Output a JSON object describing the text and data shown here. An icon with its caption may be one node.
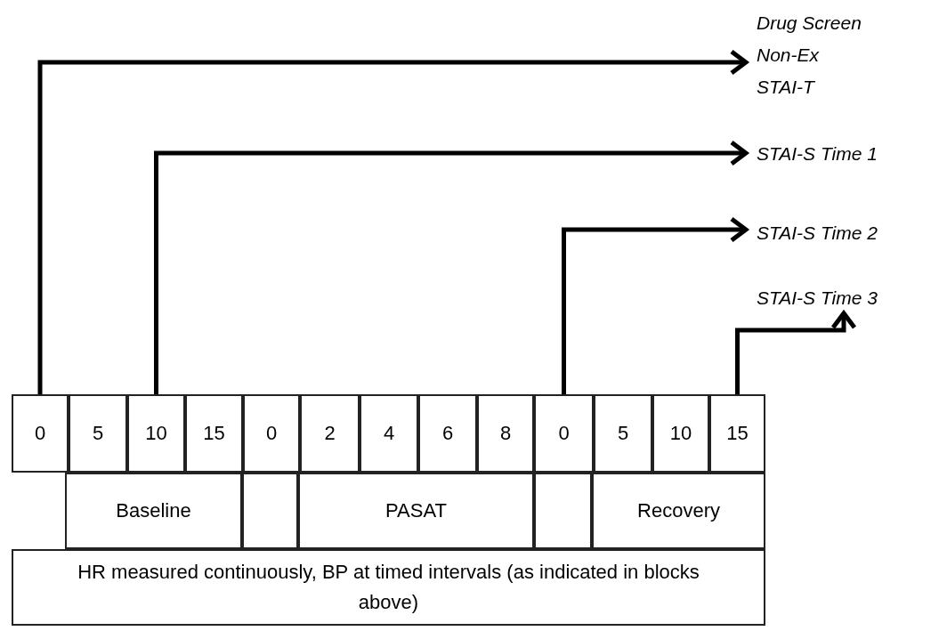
{
  "diagram": {
    "nodes": [
      {
        "text": [
          "Drug Screen",
          "Non-Ex",
          "STAI-T"
        ]
      },
      {
        "text": [
          "STAI-S Time 1"
        ]
      },
      {
        "text": [
          "STAI-S Time 2"
        ]
      },
      {
        "text": [
          "STAI-S Time 3"
        ]
      },
      {
        "text": [
          "0"
        ]
      },
      {
        "text": [
          "5"
        ]
      },
      {
        "text": [
          "10"
        ]
      },
      {
        "text": [
          "15"
        ]
      },
      {
        "text": [
          "0"
        ]
      },
      {
        "text": [
          "2"
        ]
      },
      {
        "text": [
          "4"
        ]
      },
      {
        "text": [
          "6"
        ]
      },
      {
        "text": [
          "8"
        ]
      },
      {
        "text": [
          "0"
        ]
      },
      {
        "text": [
          "5"
        ]
      },
      {
        "text": [
          "10"
        ]
      },
      {
        "text": [
          "15"
        ]
      },
      {
        "text": [
          "Baseline"
        ]
      },
      {
        "text": [],
        "shape": "box"
      },
      {
        "text": [
          "PASAT"
        ]
      },
      {
        "text": [],
        "shape": "box"
      },
      {
        "text": [
          "Recovery"
        ]
      },
      {
        "text": [
          "HR measured continuously, BP at timed intervals (as indicated in blocks above)"
        ]
      }
    ],
    "edges": [
      {
        "from": 4,
        "to": 0,
        "arrow": "to"
      },
      {
        "from": 6,
        "to": 1,
        "arrow": "to"
      },
      {
        "from": 13,
        "to": 2,
        "arrow": "to"
      },
      {
        "from": 16,
        "to": 3,
        "arrow": "to"
      }
    ]
  }
}
